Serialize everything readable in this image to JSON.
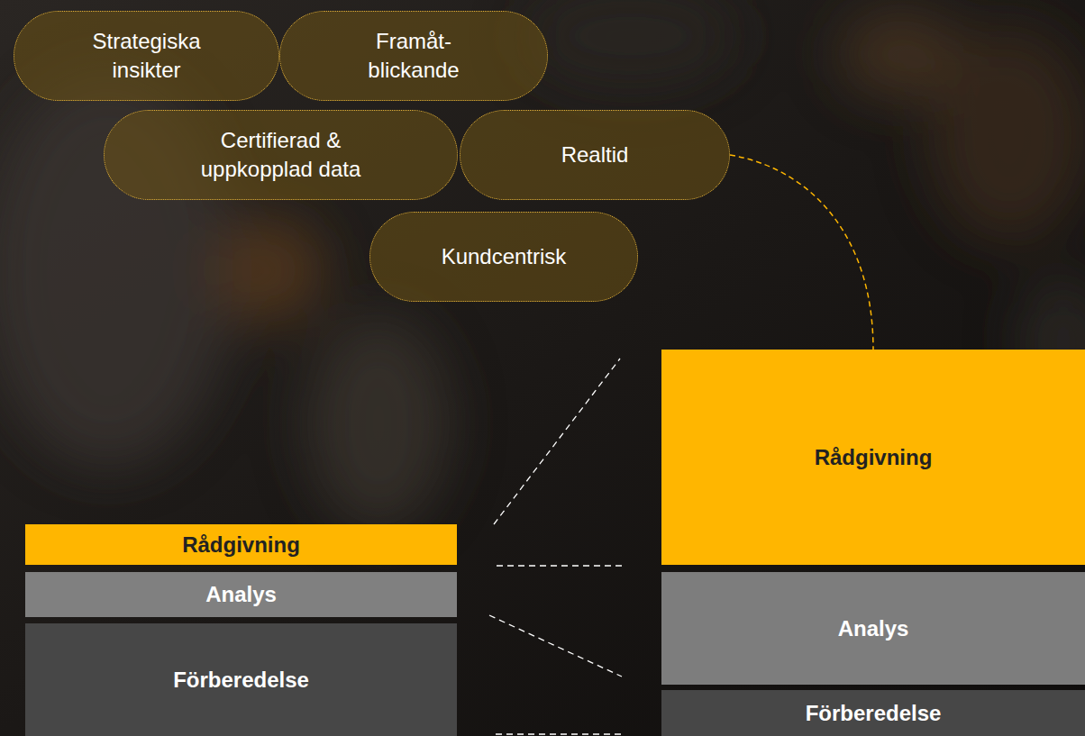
{
  "diagram": {
    "nodes": [
      {
        "text": [
          "Strategiska insikter"
        ]
      },
      {
        "text": [
          "Framåt- blickande"
        ]
      },
      {
        "text": [
          "Certifierad & uppkopplad data"
        ]
      },
      {
        "text": [
          "Realtid"
        ]
      },
      {
        "text": [
          "Kundcentrisk"
        ]
      },
      {
        "text": [
          "Rådgivning"
        ]
      },
      {
        "text": [
          "Analys"
        ]
      },
      {
        "text": [
          "Förberedelse"
        ]
      },
      {
        "text": [
          "Rådgivning"
        ]
      },
      {
        "text": [
          "Analys"
        ]
      },
      {
        "text": [
          "Förberedelse"
        ]
      }
    ],
    "edges": [
      {
        "from": 3,
        "to": 8,
        "arrow": "none"
      }
    ]
  }
}
